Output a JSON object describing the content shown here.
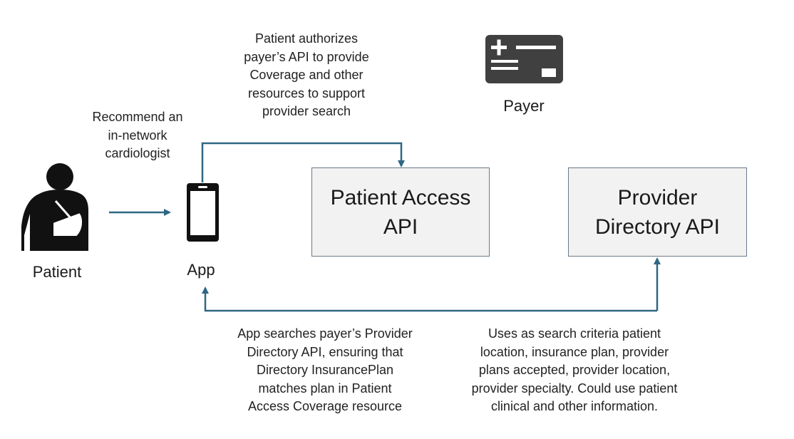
{
  "colors": {
    "connector": "#2e6782",
    "box_fill": "#f2f2f2",
    "box_border": "#6a7a8a",
    "icon": "#111111",
    "card": "#404040"
  },
  "icons": {
    "patient": "patient-arm-sling-icon",
    "app": "smartphone-icon",
    "payer": "insurance-card-icon"
  },
  "labels": {
    "patient": "Patient",
    "app": "App",
    "payer": "Payer"
  },
  "notes": {
    "recommend": "Recommend an\nin-network\ncardiologist",
    "authorize": "Patient authorizes\npayer’s API to provide\nCoverage and other\nresources to support\nprovider search",
    "search": "App searches payer’s Provider\nDirectory API, ensuring that\nDirectory InsurancePlan\nmatches plan in Patient\nAccess Coverage resource",
    "criteria": "Uses as search criteria patient\nlocation, insurance plan, provider\nplans accepted, provider location,\nprovider specialty. Could use patient\nclinical and other information."
  },
  "boxes": {
    "patient_access": "Patient Access\nAPI",
    "provider_directory": "Provider\nDirectory API"
  }
}
